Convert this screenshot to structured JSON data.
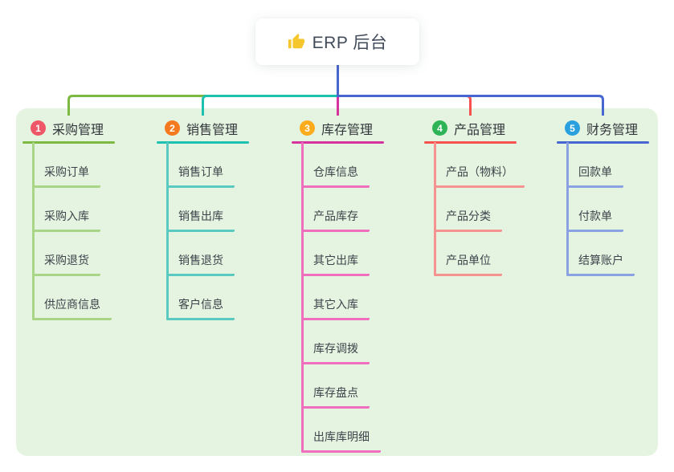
{
  "root": {
    "label": "ERP 后台",
    "icon": "thumbs-up-icon",
    "icon_color": "#f6c62d"
  },
  "branches": [
    {
      "number": "1",
      "label": "采购管理",
      "badge_color": "#ee5767",
      "line_color": "#7cb940",
      "child_line_color": "#a9d587",
      "children": [
        "采购订单",
        "采购入库",
        "采购退货",
        "供应商信息"
      ]
    },
    {
      "number": "2",
      "label": "销售管理",
      "badge_color": "#f5791e",
      "line_color": "#1ec0af",
      "child_line_color": "#5ac9bf",
      "children": [
        "销售订单",
        "销售出库",
        "销售退货",
        "客户信息"
      ]
    },
    {
      "number": "3",
      "label": "库存管理",
      "badge_color": "#fbab1b",
      "line_color": "#d6339e",
      "child_line_color": "#ef6fbe",
      "children": [
        "仓库信息",
        "产品库存",
        "其它出库",
        "其它入库",
        "库存调拨",
        "库存盘点",
        "出库库明细"
      ]
    },
    {
      "number": "4",
      "label": "产品管理",
      "badge_color": "#2eb457",
      "line_color": "#f4514f",
      "child_line_color": "#f6928f",
      "children": [
        "产品（物料）",
        "产品分类",
        "产品单位"
      ]
    },
    {
      "number": "5",
      "label": "财务管理",
      "badge_color": "#2aa0df",
      "line_color": "#4766d0",
      "child_line_color": "#8ba2e2",
      "children": [
        "回款单",
        "付款单",
        "结算账户"
      ]
    }
  ],
  "colors": {
    "canvas_bg": "#ffffff",
    "panel_bg": "#e5f4e0",
    "stem": "#4766d0"
  }
}
